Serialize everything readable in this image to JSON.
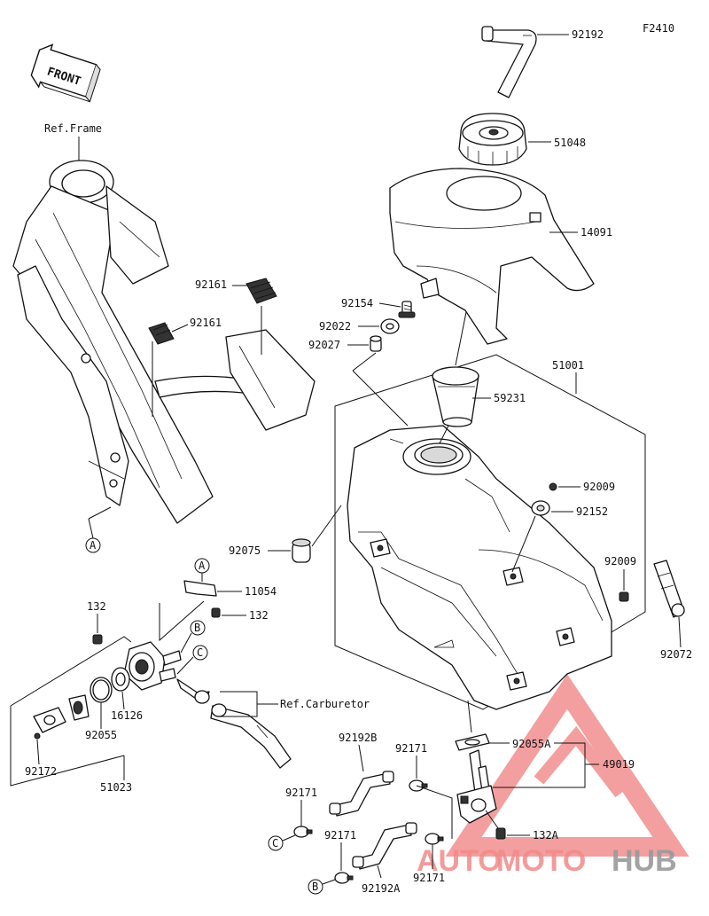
{
  "figure_code": "F2410",
  "front_label": "FRONT",
  "refs": {
    "frame": "Ref.Frame",
    "carburetor": "Ref.Carburetor"
  },
  "callout_letters": {
    "a": "A",
    "b": "B",
    "c": "C"
  },
  "parts": {
    "p92192": "92192",
    "p51048": "51048",
    "p14091": "14091",
    "p92161": "92161",
    "p92154": "92154",
    "p92022": "92022",
    "p92027": "92027",
    "p51001": "51001",
    "p59231": "59231",
    "p92009": "92009",
    "p92152": "92152",
    "p92075": "92075",
    "p92072": "92072",
    "p11054": "11054",
    "p132": "132",
    "p16126": "16126",
    "p92055": "92055",
    "p92172": "92172",
    "p51023": "51023",
    "p92192B": "92192B",
    "p92171": "92171",
    "p92055A": "92055A",
    "p49019": "49019",
    "p132A": "132A",
    "p92192A": "92192A"
  },
  "watermark": {
    "part1": "AUTO",
    "part2": "MOTO",
    "part3": "HUB",
    "color1": "#f28a8a",
    "color2": "#9a9a9a"
  }
}
